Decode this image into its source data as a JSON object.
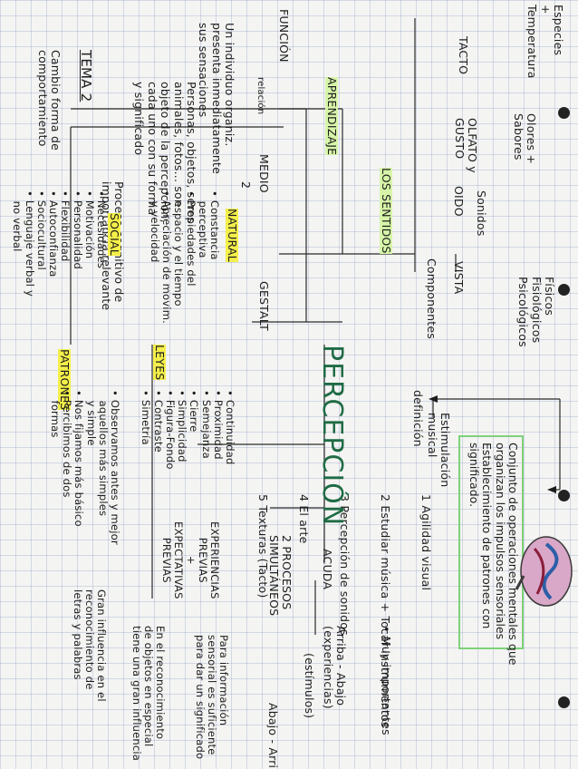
{
  "title": "TEMA 2",
  "main_concept": "PERCEPCIÓN",
  "definicion_label": "definición",
  "definition": "Conjunto de operaciones mentales que\norganizan los impulsos sensoriales\nEstablecimiento de patrones con\nsignificado.",
  "estimulacion_label": "Estimulación\nmusical",
  "estimulacion_items": [
    "1 Agilidad visual",
    "2 Estudiar música + Tocar instrumentos",
    "3 Percepción de sonidos",
    "4 El arte",
    "5 Texturas (Tacto)"
  ],
  "los_sentidos": "LOS SENTIDOS",
  "especies": "Especies\n+\nTemperatura",
  "tacto": "TACTO",
  "olfato": "OLFATO y\nGUSTO",
  "olores": "Olores +\nSabores",
  "oido": "OIDO",
  "sonidos": "Sonidos",
  "vista": "VISTA",
  "componentes": "Componentes",
  "factores": "Físicos\nFisiológicos\nPsicológicos",
  "aprendizaje": "APRENDIZAJE",
  "funcion": "FUNCIÓN",
  "relacion": "relación",
  "medio": "MEDIO",
  "medio_num": "2",
  "funcion_text": "Un individuo organiz.\npresenta inmediatamente\nsus sensaciones",
  "personas_text": "Personas, objetos, seres\nanimales, fotos... son\nobjeto de la percepción,\ncada uno con su forma\ny significado",
  "proceso_text": "Proceso cognitivo de\nimportancia relevante",
  "cambio_text": "Cambio forma de\ncomportamiento",
  "natural": "NATURAL",
  "natural_items": "• Constancia\n   perceptiva\n• Propiedades del\n   espacio y el tiempo\n• Apreciación de movim.\n   y velocidad",
  "social": "SOCIAL",
  "social_items": "• Necesidades\n• Motivación\n• Personalidad\n• Flexibilidad\n• Autoconfianza\n• Sociocultural\n• Lenguaje verbal y\n   no verbal",
  "gestalt": "GESTALT",
  "leyes": "LEYES",
  "leyes_items": "• Continuidad\n• Proximidad\n• Semejanza\n• Cierre\n• Simplicidad\n• Figura-Fondo\n• Contraste\n• Simetría",
  "patrones": "PATRONES",
  "patrones_items": "• Observamos antes y mejor\n   aquellos más simples\n   y simple\n• Nos fijamos más básico\n• Percibimos de dos\n   formas",
  "experiencias": "EXPERIENCIAS\nPREVIAS\n+\nEXPECTATIVAS\nPREVIAS",
  "acuda": "ACUDA",
  "procesos": "2 PROCESOS\nSIMULTÁNEOS",
  "muy_importantes": "• Muy importantes",
  "abajo_arriba_1": "Arriba - Abajo\n(experiencias)",
  "estimulos": "(estímulos)",
  "abajo_arriba_2": "Abajo - Arriba",
  "para_informacion": "Para información\nsensorial es suficiente\npara dar un significado",
  "reconocimiento": "En el reconocimiento\nde objetos en especial\ntiene una gran influencia",
  "gran_influencia": "Gran influencia en el\nreconocimiento de\nletras y palabras"
}
